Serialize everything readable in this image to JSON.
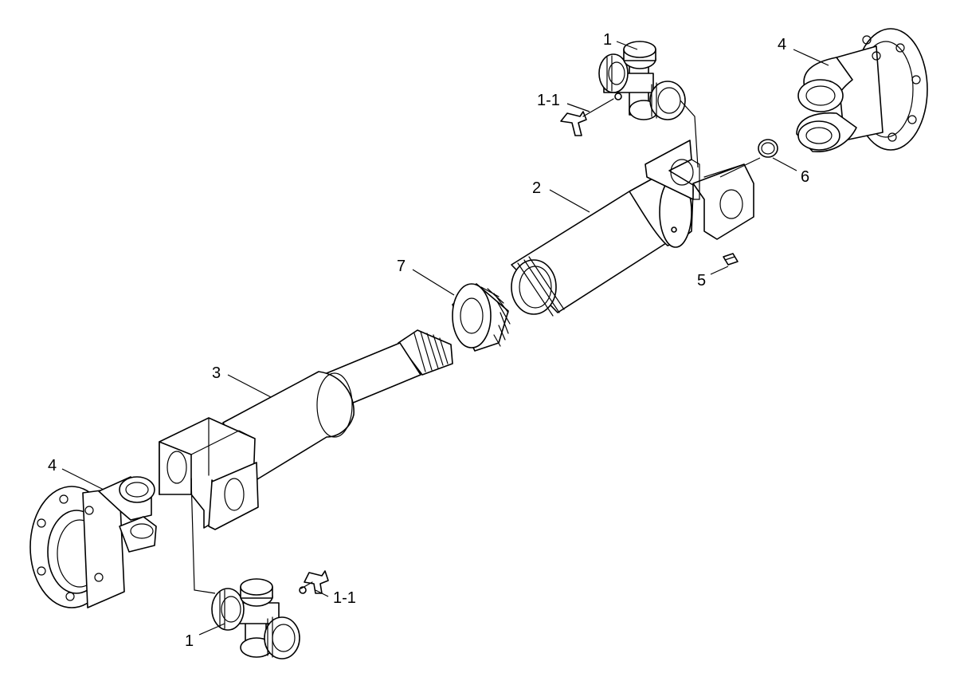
{
  "colors": {
    "line": "#000000",
    "background": "#ffffff"
  },
  "callouts": {
    "cross_top": "1",
    "grease_top": "1-1",
    "flange_top": "4",
    "snap_ring": "6",
    "tube_yoke": "2",
    "grease_screw": "5",
    "sleeve": "7",
    "spline_shaft": "3",
    "flange_bottom": "4",
    "grease_bottom": "1-1",
    "cross_bottom": "1"
  }
}
